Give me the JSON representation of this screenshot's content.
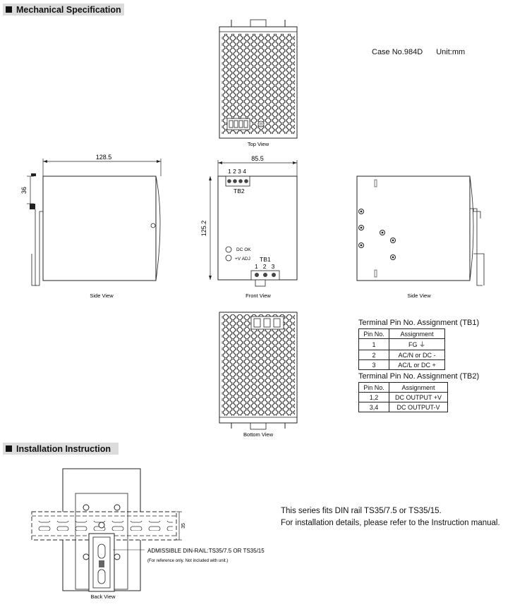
{
  "sections": {
    "mechanical": "Mechanical Specification",
    "installation": "Installation Instruction"
  },
  "case_info": {
    "case_no": "Case No.984D",
    "unit": "Unit:mm"
  },
  "views": {
    "top": "Top View",
    "side_left": "Side View",
    "front": "Front View",
    "side_right": "Side View",
    "bottom": "Bottom View",
    "back": "Back View"
  },
  "dimensions": {
    "side_width": "128.5",
    "front_width": "85.5",
    "front_height": "125.2",
    "side_offset": "36",
    "rail_height": "35"
  },
  "front_labels": {
    "tb2": "TB2",
    "tb2_pins": "1 2 3 4",
    "tb1": "TB1",
    "tb1_pins": "1   2   3",
    "dc_ok": "DC OK",
    "v_adj": "+V ADJ"
  },
  "tb1_table": {
    "title": "Terminal Pin No.  Assignment (TB1)",
    "headers": [
      "Pin No.",
      "Assignment"
    ],
    "rows": [
      [
        "1",
        "FG ⏚"
      ],
      [
        "2",
        "AC/N or DC -"
      ],
      [
        "3",
        "AC/L or DC +"
      ]
    ]
  },
  "tb2_table": {
    "title": "Terminal Pin No.  Assignment (TB2)",
    "headers": [
      "Pin No.",
      "Assignment"
    ],
    "rows": [
      [
        "1,2",
        "DC OUTPUT +V"
      ],
      [
        "3,4",
        "DC OUTPUT-V"
      ]
    ]
  },
  "installation": {
    "line1": "This series fits DIN rail TS35/7.5 or TS35/15.",
    "line2": "For installation details, please refer to the Instruction manual.",
    "rail_note": "ADMISSIBLE DIN-RAIL:TS35/7.5 OR TS35/15",
    "rail_note_sub": "(For reference only. Not included with unit.)"
  }
}
